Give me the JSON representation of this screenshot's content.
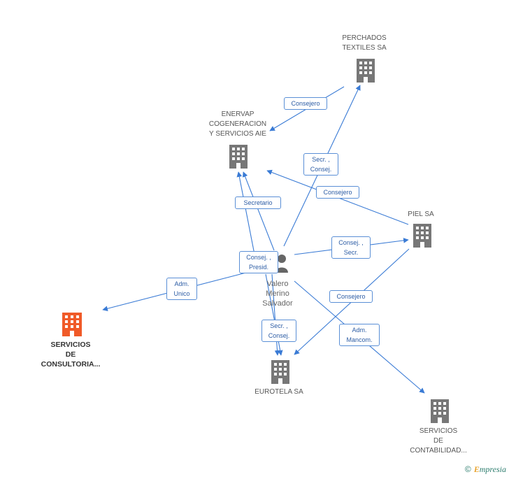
{
  "colors": {
    "edge": "#3a7bd5",
    "building": "#777777",
    "building_focus": "#f05a28",
    "person": "#666666"
  },
  "nodes": {
    "perchados": {
      "label": "PERCHADOS\nTEXTILES SA",
      "icon": "building-icon"
    },
    "enervap": {
      "label": "ENERVAP\nCOGENERACION\nY SERVICIOS AIE",
      "icon": "building-icon"
    },
    "piel": {
      "label": "PIEL SA",
      "icon": "building-icon"
    },
    "servicios_consultoria": {
      "label": "SERVICIOS\nDE\nCONSULTORIA...",
      "icon": "building-icon"
    },
    "eurotela": {
      "label": "EUROTELA SA",
      "icon": "building-icon"
    },
    "servicios_contabilidad": {
      "label": "SERVICIOS\nDE\nCONTABILIDAD...",
      "icon": "building-icon"
    },
    "person": {
      "label": "Valero\nMerino\nSalvador",
      "icon": "person-icon"
    }
  },
  "edge_labels": {
    "consejero_perchados_enervap": "Consejero",
    "secr_consej_perchados": "Secr. ,\nConsej.",
    "consejero_piel_enervap": "Consejero",
    "secretario_enervap": "Secretario",
    "consej_presid_enervap": "Consej. ,\nPresid.",
    "consej_secr_piel": "Consej. ,\nSecr.",
    "adm_unico": "Adm.\nUnico",
    "consejero_piel_eurotela": "Consejero",
    "secr_consej_eurotela": "Secr. ,\nConsej.",
    "adm_mancom": "Adm.\nMancom."
  },
  "footer": {
    "copyright": "©",
    "brand_initial": "E",
    "brand_rest": "mpresia"
  }
}
